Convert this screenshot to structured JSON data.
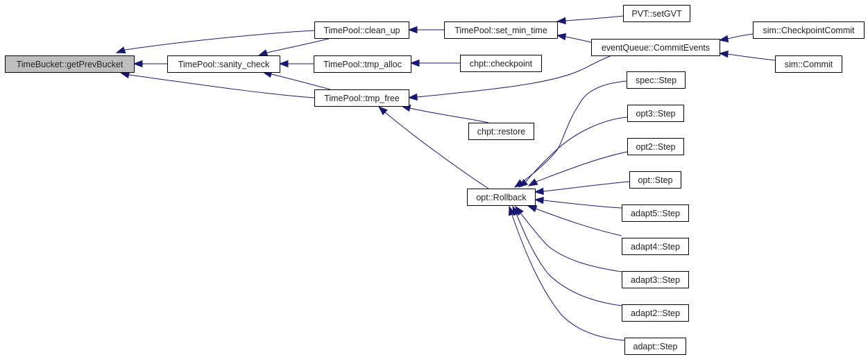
{
  "diagram": {
    "type": "call-graph (caller graph)",
    "edge_color": "#191970",
    "root_fill": "#bfbfbf",
    "nodes": [
      {
        "id": "getPrevBucket",
        "label": "TimeBucket::getPrevBucket",
        "root": true
      },
      {
        "id": "sanity_check",
        "label": "TimePool::sanity_check"
      },
      {
        "id": "clean_up",
        "label": "TimePool::clean_up"
      },
      {
        "id": "tmp_alloc",
        "label": "TimePool::tmp_alloc"
      },
      {
        "id": "tmp_free",
        "label": "TimePool::tmp_free"
      },
      {
        "id": "set_min_time",
        "label": "TimePool::set_min_time"
      },
      {
        "id": "checkpoint",
        "label": "chpt::checkpoint"
      },
      {
        "id": "restore",
        "label": "chpt::restore"
      },
      {
        "id": "setGVT",
        "label": "PVT::setGVT"
      },
      {
        "id": "CommitEvents",
        "label": "eventQueue::CommitEvents"
      },
      {
        "id": "CheckpointCommit",
        "label": "sim::CheckpointCommit"
      },
      {
        "id": "Commit",
        "label": "sim::Commit"
      },
      {
        "id": "Rollback",
        "label": "opt::Rollback"
      },
      {
        "id": "spec_Step",
        "label": "spec::Step"
      },
      {
        "id": "opt3_Step",
        "label": "opt3::Step"
      },
      {
        "id": "opt2_Step",
        "label": "opt2::Step"
      },
      {
        "id": "opt_Step",
        "label": "opt::Step"
      },
      {
        "id": "adapt5_Step",
        "label": "adapt5::Step"
      },
      {
        "id": "adapt4_Step",
        "label": "adapt4::Step"
      },
      {
        "id": "adapt3_Step",
        "label": "adapt3::Step"
      },
      {
        "id": "adapt2_Step",
        "label": "adapt2::Step"
      },
      {
        "id": "adapt_Step",
        "label": "adapt::Step"
      }
    ],
    "edges": [
      {
        "from": "sanity_check",
        "to": "getPrevBucket"
      },
      {
        "from": "clean_up",
        "to": "getPrevBucket"
      },
      {
        "from": "tmp_free",
        "to": "getPrevBucket"
      },
      {
        "from": "clean_up",
        "to": "sanity_check"
      },
      {
        "from": "tmp_alloc",
        "to": "sanity_check"
      },
      {
        "from": "tmp_free",
        "to": "sanity_check"
      },
      {
        "from": "set_min_time",
        "to": "clean_up"
      },
      {
        "from": "checkpoint",
        "to": "tmp_alloc"
      },
      {
        "from": "CommitEvents",
        "to": "tmp_free"
      },
      {
        "from": "restore",
        "to": "tmp_free"
      },
      {
        "from": "Rollback",
        "to": "tmp_free"
      },
      {
        "from": "setGVT",
        "to": "set_min_time"
      },
      {
        "from": "CommitEvents",
        "to": "set_min_time"
      },
      {
        "from": "CheckpointCommit",
        "to": "CommitEvents"
      },
      {
        "from": "Commit",
        "to": "CommitEvents"
      },
      {
        "from": "spec_Step",
        "to": "Rollback"
      },
      {
        "from": "opt3_Step",
        "to": "Rollback"
      },
      {
        "from": "opt2_Step",
        "to": "Rollback"
      },
      {
        "from": "opt_Step",
        "to": "Rollback"
      },
      {
        "from": "adapt5_Step",
        "to": "Rollback"
      },
      {
        "from": "adapt4_Step",
        "to": "Rollback"
      },
      {
        "from": "adapt3_Step",
        "to": "Rollback"
      },
      {
        "from": "adapt2_Step",
        "to": "Rollback"
      },
      {
        "from": "adapt_Step",
        "to": "Rollback"
      }
    ]
  }
}
